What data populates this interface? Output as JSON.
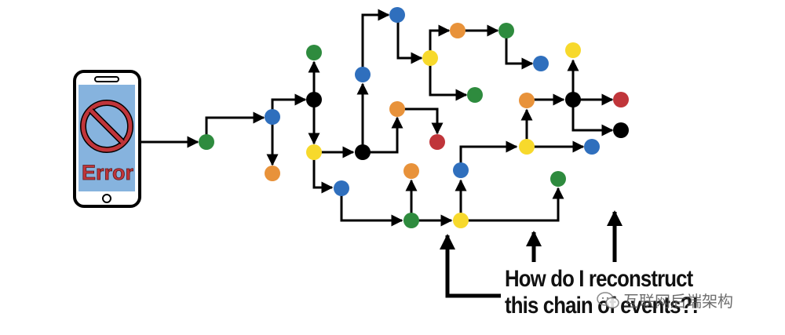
{
  "phone": {
    "error_label": "Error"
  },
  "caption": {
    "line1": "How do I reconstruct",
    "line2": "this chain of events?!"
  },
  "watermark": {
    "text": "互联网后端架构"
  },
  "colors": {
    "green": "#2e8b3e",
    "blue": "#2f6fbd",
    "orange": "#e8923a",
    "yellow": "#f7d92c",
    "black": "#000000",
    "red": "#c0353a",
    "phone_screen": "#86b3de",
    "error_red": "#c0353a"
  },
  "icons": {
    "phone": "smartphone-icon",
    "prohibited": "no-entry-icon",
    "watermark": "wechat-icon"
  }
}
